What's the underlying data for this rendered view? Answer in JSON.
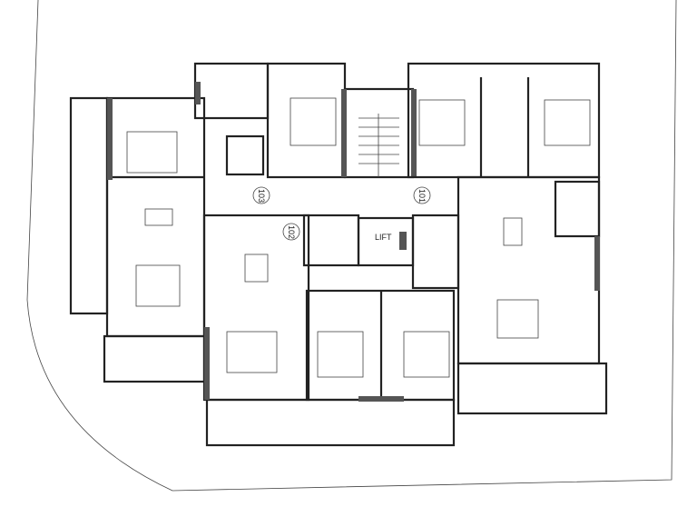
{
  "plan": {
    "units": [
      {
        "number": "103"
      },
      {
        "number": "102"
      },
      {
        "number": "101"
      }
    ],
    "lift_label": "LIFT"
  }
}
